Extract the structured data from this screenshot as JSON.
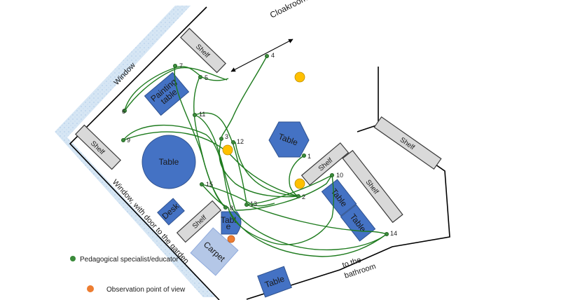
{
  "labels": {
    "cloakroom": "Cloakroom",
    "window_top": "Window",
    "window_bottom": "Window, with door to the garden",
    "to_bathroom_1": "to the",
    "to_bathroom_2": "bathroom"
  },
  "shelves": {
    "s1": "Shelf",
    "s2": "Shelf",
    "s3": "Shelf",
    "s4": "Shelf",
    "s5": "Shelf",
    "s6": "Shelf"
  },
  "tables": {
    "painting_1": "Painting",
    "painting_2": "table",
    "round": "Table",
    "hex": "Table",
    "desk": "Desk",
    "small_1": "Tabl",
    "small_2": "e",
    "carpet": "Carpet",
    "right_1": "Table",
    "right_2": "Table",
    "bottom": "Table"
  },
  "points": {
    "p1": "1",
    "p2": "2",
    "p3": "3",
    "p4": "4",
    "p5": "5",
    "p6": "6",
    "p7": "7",
    "p8": "8",
    "p9": "9",
    "p10": "10",
    "p11": "11",
    "p12": "12",
    "p13": "13",
    "p14": "14",
    "p15": "15"
  },
  "legend": {
    "specialist": "Pedagogical specialist/educator",
    "observation": "Observation point of view"
  },
  "colors": {
    "table": "#4472c4",
    "shelf": "#d9d9d9",
    "path": "#1e7b1e",
    "marker_green": "#3a8a3a",
    "marker_yellow": "#ffc000",
    "marker_orange": "#ed7d31",
    "window": "#d6e6f4"
  }
}
